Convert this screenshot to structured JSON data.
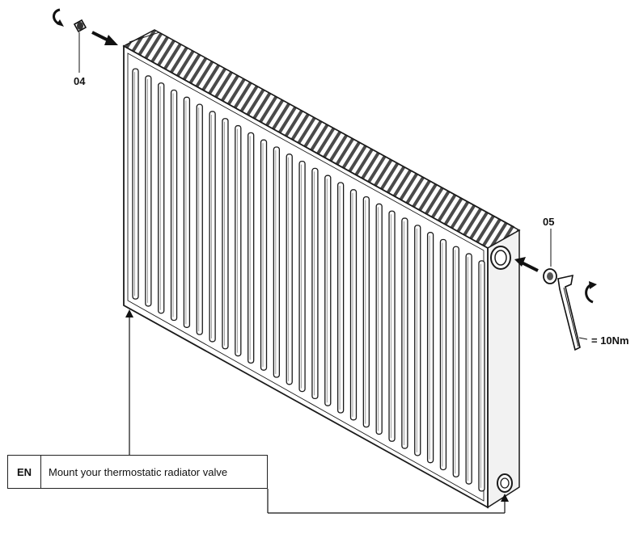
{
  "labels": {
    "cap_left": "04",
    "cap_right": "05",
    "torque": "= 10Nm"
  },
  "instruction": {
    "lang_code": "EN",
    "text": "Mount your thermostatic radiator valve"
  },
  "colors": {
    "line": "#1a1a1a",
    "fin": "#555555",
    "background": "#ffffff"
  },
  "icons": [
    "rotate-arrow-icon",
    "push-arrow-icon",
    "wrench-icon",
    "up-arrow-icon"
  ]
}
